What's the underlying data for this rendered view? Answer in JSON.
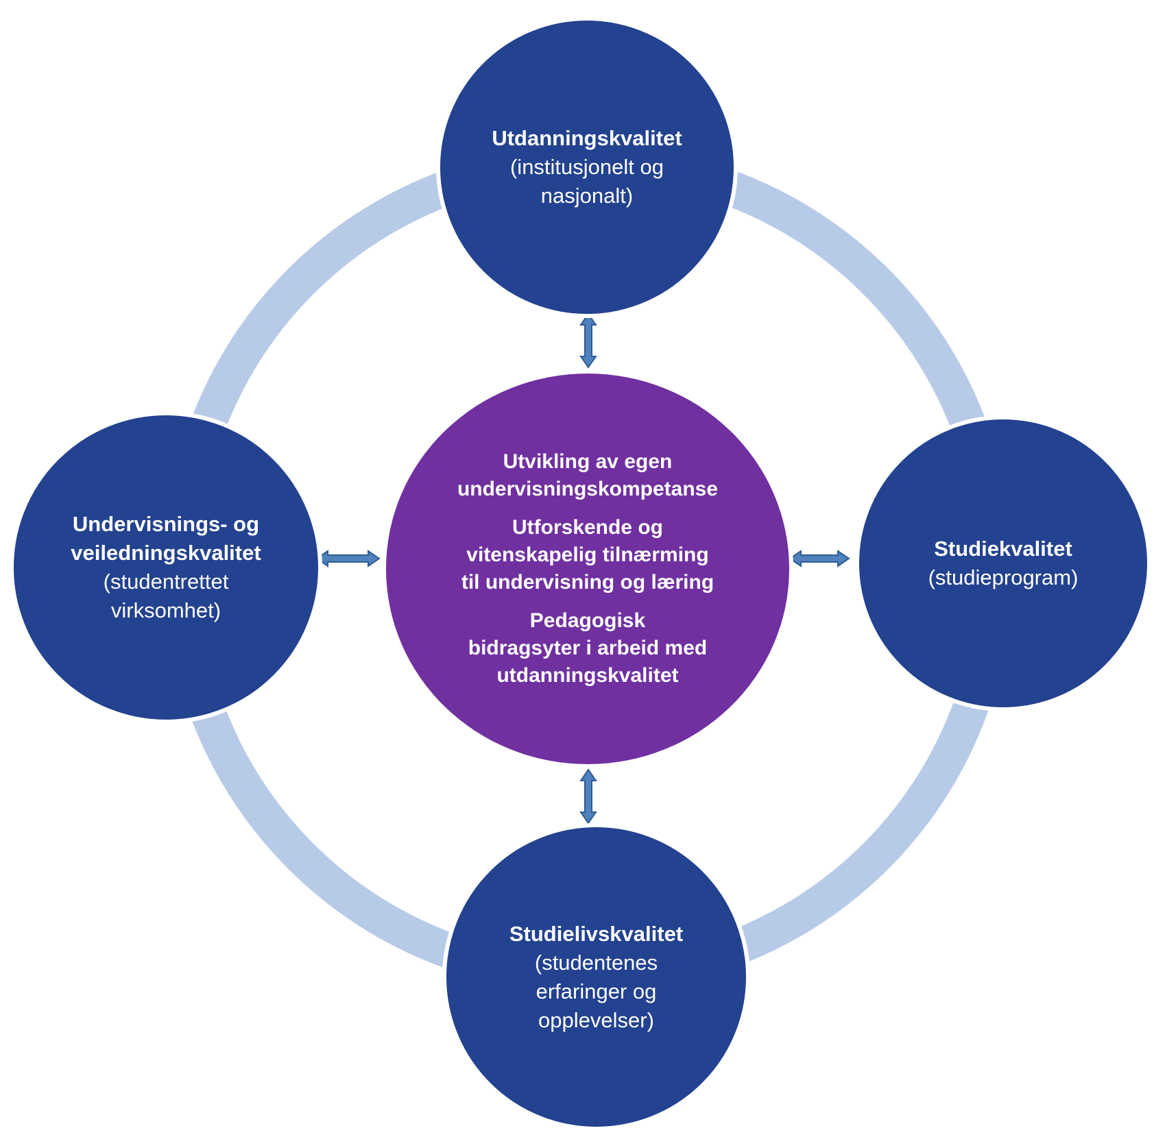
{
  "colors": {
    "outer_circle": "#23428f",
    "center_circle": "#7030a0",
    "ring": "#b7cbe8",
    "arrow_fill": "#4f81bd",
    "arrow_stroke": "#2f5c92",
    "text": "#ffffff"
  },
  "nodes": {
    "top": {
      "title": "Utdanningskvalitet",
      "subtitle": "(institusjonelt og\nnasjonalt)"
    },
    "right": {
      "title": "Studiekvalitet",
      "subtitle": "(studieprogram)"
    },
    "bottom": {
      "title": "Studielivskvalitet",
      "subtitle": "(studentenes\nerfaringer og\nopplevelser)"
    },
    "left": {
      "title": "Undervisnings- og\nveiledningskvalitet",
      "subtitle": "(studentrettet\nvirksomhet)"
    }
  },
  "center": {
    "items": [
      "Utvikling av egen\nundervisningskompetanse",
      "Utforskende og\nvitenskapelig tilnærming\ntil undervisning og læring",
      "Pedagogisk\nbidragsyter i arbeid med\nutdanningskvalitet"
    ]
  },
  "arrows": {
    "icon": "double-headed-arrow-icon"
  }
}
